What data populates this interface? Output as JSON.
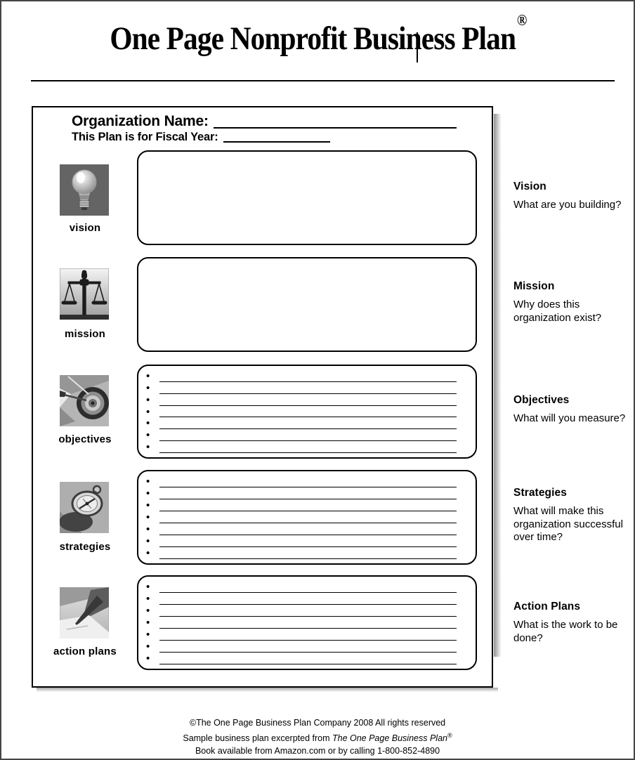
{
  "page": {
    "title": "One Page Nonprofit Business Plan",
    "trademark": "®"
  },
  "form": {
    "org_name_label": "Organization Name:",
    "org_name_value": "",
    "fiscal_year_label": "This Plan is for Fiscal Year:",
    "fiscal_year_value": "",
    "bullet_glyph": "•",
    "sections": [
      {
        "id": "vision",
        "label": "vision",
        "icon": "lightbulb-icon",
        "type": "blank",
        "bullet_count": 0
      },
      {
        "id": "mission",
        "label": "mission",
        "icon": "scales-icon",
        "type": "blank",
        "bullet_count": 0
      },
      {
        "id": "objectives",
        "label": "objectives",
        "icon": "dartboard-icon",
        "type": "bullets",
        "bullet_count": 7
      },
      {
        "id": "strategies",
        "label": "strategies",
        "icon": "compass-icon",
        "type": "bullets",
        "bullet_count": 7
      },
      {
        "id": "action_plans",
        "label": "action plans",
        "icon": "writing-hand-icon",
        "type": "bullets",
        "bullet_count": 7
      }
    ]
  },
  "annotations": [
    {
      "heading": "Vision",
      "question": "What are you building?"
    },
    {
      "heading": "Mission",
      "question": "Why does this organization exist?"
    },
    {
      "heading": "Objectives",
      "question": "What will you measure?"
    },
    {
      "heading": "Strategies",
      "question": "What will make this organization successful over time?"
    },
    {
      "heading": "Action Plans",
      "question": "What is the work to be done?"
    }
  ],
  "footer": {
    "line1": "©The One Page Business Plan Company 2008 All rights reserved",
    "line2_prefix": "Sample business plan excerpted from ",
    "line2_book_title": "The One Page Business Plan",
    "line2_trademark": "®",
    "line3": "Book available from Amazon.com or by calling 1-800-852-4890"
  },
  "colors": {
    "page_border": "#454545",
    "box_border": "#000000",
    "shadow": "#555555",
    "icon_bg_dark": "#646464",
    "icon_bg_light": "#c9c9c9"
  }
}
